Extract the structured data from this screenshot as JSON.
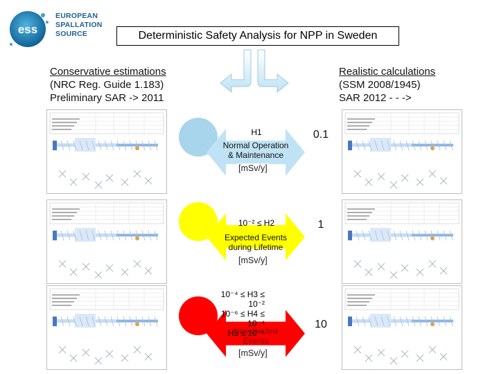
{
  "logo": {
    "line1": "EUROPEAN",
    "line2": "SPALLATION",
    "line3": "SOURCE",
    "mark": "ess"
  },
  "title": "Deterministic Safety Analysis for NPP in Sweden",
  "left_column": {
    "line1": "Conservative estimations",
    "line2": "(NRC Reg. Guide 1.183)",
    "line3": "Preliminary SAR  -> 2011"
  },
  "right_column": {
    "line1": "Realistic calculations",
    "line2": "(SSM 2008/1945)",
    "line3": "SAR 2012 - - ->"
  },
  "rows": [
    {
      "circle_color": "#a8d4ec",
      "arrow_color": "#bfe3f4",
      "class_lines": [
        "H1"
      ],
      "desc_lines": [
        "Normal Operation",
        "& Maintenance"
      ],
      "desc_color": "#111111",
      "unit": "[mSv/y]",
      "value": "0.1"
    },
    {
      "circle_color": "#ffff00",
      "arrow_color": "#ffff00",
      "class_lines": [
        "10⁻² ≤ H2"
      ],
      "desc_lines": [
        "Expected Events",
        "during Lifetime"
      ],
      "desc_color": "#111111",
      "unit": "[mSv/y]",
      "value": "1"
    },
    {
      "circle_color": "#ff0000",
      "arrow_color": "#ff0000",
      "class_lines": [
        "10⁻⁴ ≤ H3 ≤ 10⁻²",
        "10⁻⁶ ≤ H4 ≤ 10⁻⁴",
        "H5 ≤ 10⁻⁶"
      ],
      "desc_lines": [
        "Unexpected",
        "Events"
      ],
      "desc_color": "#7a1010",
      "unit": "[mSv/y]",
      "value": "10"
    }
  ]
}
